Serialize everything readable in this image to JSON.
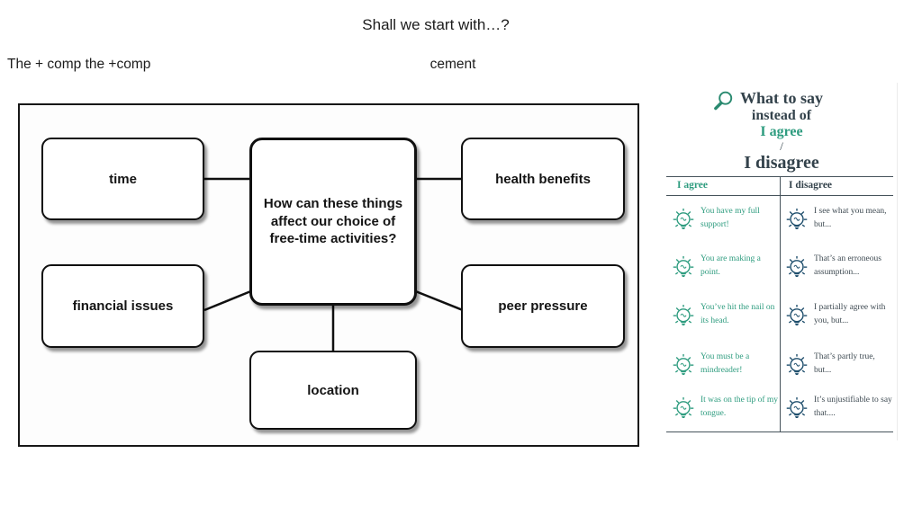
{
  "slide": {
    "title": "Shall we start with…?",
    "left_note": "The + comp the +comp",
    "center_note": "cement"
  },
  "diagram": {
    "center_question": "How can these things affect our choice of free-time activities?",
    "nodes": {
      "top_left": "time",
      "top_right": "health benefits",
      "mid_left": "financial issues",
      "mid_right": "peer pressure",
      "bottom": "location"
    }
  },
  "panel": {
    "icons": {
      "header": "search-icon",
      "row": "lightbulb-icon"
    },
    "header": {
      "line1": "What to say",
      "line2": "instead of",
      "agree_word": "I agree",
      "slash": "/",
      "disagree_word": "I disagree"
    },
    "table": {
      "col_agree": "I agree",
      "col_disagree": "I disagree",
      "agree_items": [
        "You have my full support!",
        "You are making a point.",
        "You’ve hit the nail on its head.",
        "You must be a mindreader!",
        "It was on the tip of my tongue."
      ],
      "disagree_items": [
        "I see what you mean, but...",
        "That’s an erroneous assumption...",
        "I partially agree with you, but...",
        "That’s partly true, but...",
        "It’s unjustifiable to say that...."
      ]
    },
    "colors": {
      "teal": "#2e9c7f",
      "navy": "#1e4e6c",
      "ink": "#3e4a52"
    }
  }
}
